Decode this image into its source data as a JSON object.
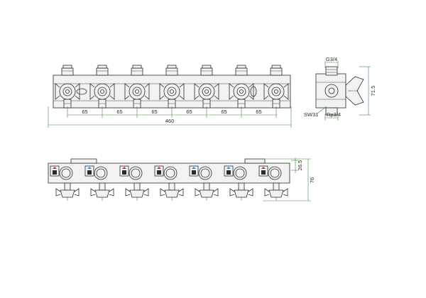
{
  "front_view": {
    "valve_count": 7,
    "spacing_labels": [
      "65",
      "65",
      "65",
      "65",
      "65",
      "65"
    ],
    "overall_width_label": "460"
  },
  "side_view": {
    "thread_top_label": "G3/4",
    "height_label": "71.5",
    "wrench_label": "SW31",
    "thread_bottom_label": "Rp3/4"
  },
  "bottom_view": {
    "offset_label": "26.5",
    "height_label": "76",
    "port_badges": [
      {
        "type": "hot-flow",
        "color": "#d42b2b"
      },
      {
        "type": "cold-radiator",
        "color": "#2a8fd4"
      },
      {
        "type": "hot-radiator",
        "color": "#d42b2b"
      },
      {
        "type": "hot-house",
        "color": "#d42b2b"
      },
      {
        "type": "cold-house",
        "color": "#2a8fd4"
      },
      {
        "type": "cold-flow",
        "color": "#2a8fd4"
      },
      {
        "type": "hot-flow",
        "color": "#d42b2b"
      }
    ]
  },
  "colors": {
    "dimension_line": "#3a8a3a",
    "outline": "#2a2a2a",
    "hot": "#d42b2b",
    "cold": "#2a8fd4"
  }
}
